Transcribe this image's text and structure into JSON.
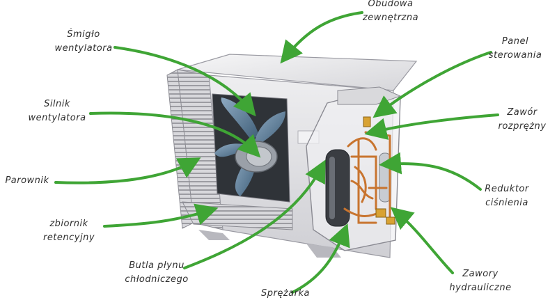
{
  "labels": {
    "obudowa": [
      "Obudowa",
      "zewnętrzna"
    ],
    "smiglo": [
      "Śmigło",
      "wentylatora"
    ],
    "panel": [
      "Panel",
      "sterowania"
    ],
    "silnik": [
      "Silnik",
      "wentylatora"
    ],
    "zawor": [
      "Zawór",
      "rozprężny"
    ],
    "parownik": [
      "Parownik"
    ],
    "reduktor": [
      "Reduktor",
      "ciśnienia"
    ],
    "zbiornik": [
      "zbiornik",
      "retencyjny"
    ],
    "butla": [
      "Butla płynu",
      "chłodniczego"
    ],
    "zawory": [
      "Zawory",
      "hydrauliczne"
    ],
    "sprezarka": [
      "Sprężarka"
    ]
  },
  "colors": {
    "arrow": "#3fa535",
    "casing": "#e8e8ea",
    "fan": "#6d8ca6",
    "copper": "#c8742f",
    "panel": "#d9d9dc"
  }
}
